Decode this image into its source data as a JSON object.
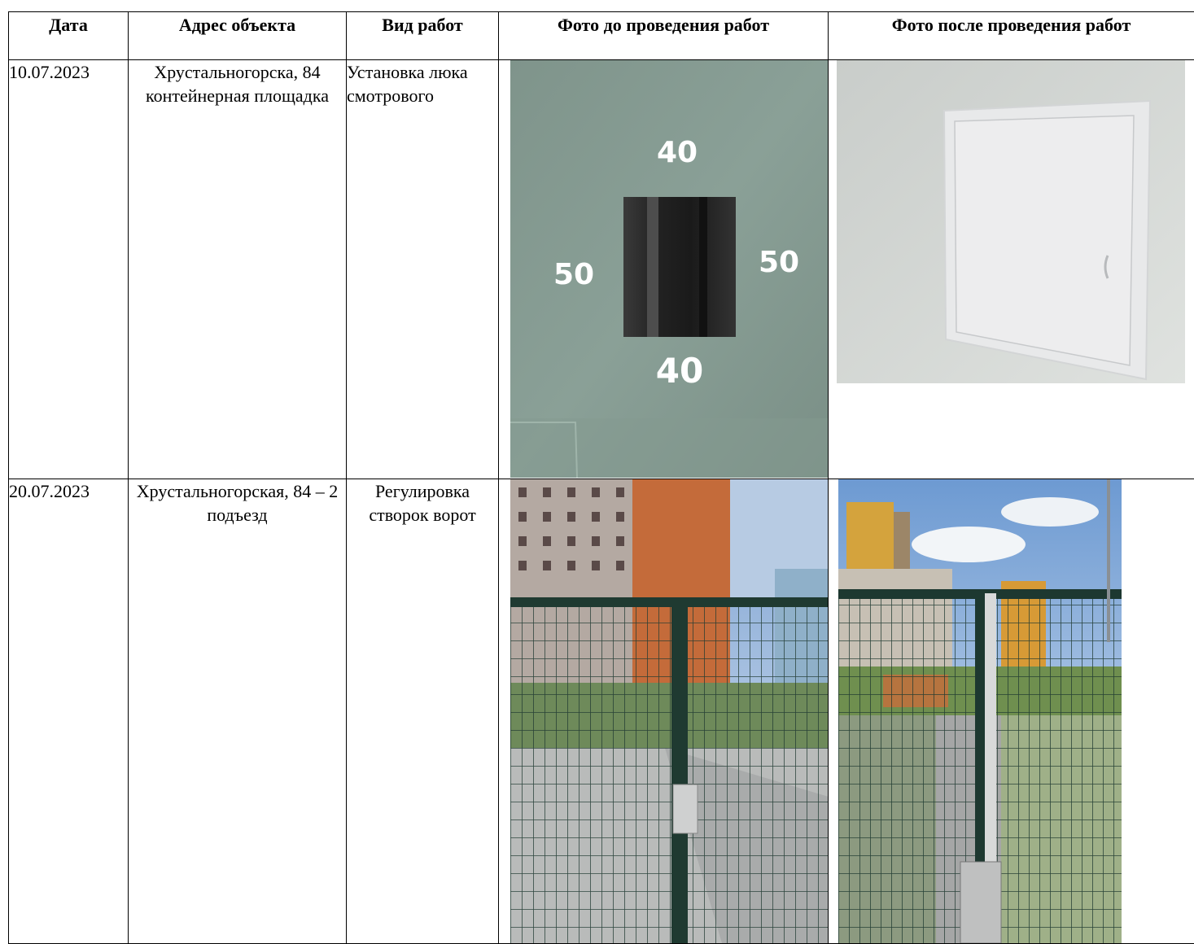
{
  "headers": {
    "date": "Дата",
    "address": "Адрес объекта",
    "work_type": "Вид работ",
    "photo_before": "Фото до проведения работ",
    "photo_after": "Фото после проведения работ"
  },
  "rows": [
    {
      "date": "10.07.2023",
      "address": "Хрустальногорска, 84 контейнерная площадка",
      "work_type": "Установка люка смотрового",
      "before_photo_marks": {
        "top": "40",
        "left": "50",
        "right": "50",
        "bottom": "40"
      }
    },
    {
      "date": "20.07.2023",
      "address": "Хрустальногорская, 84 – 2 подъезд",
      "work_type": "Регулировка створок ворот"
    }
  ]
}
